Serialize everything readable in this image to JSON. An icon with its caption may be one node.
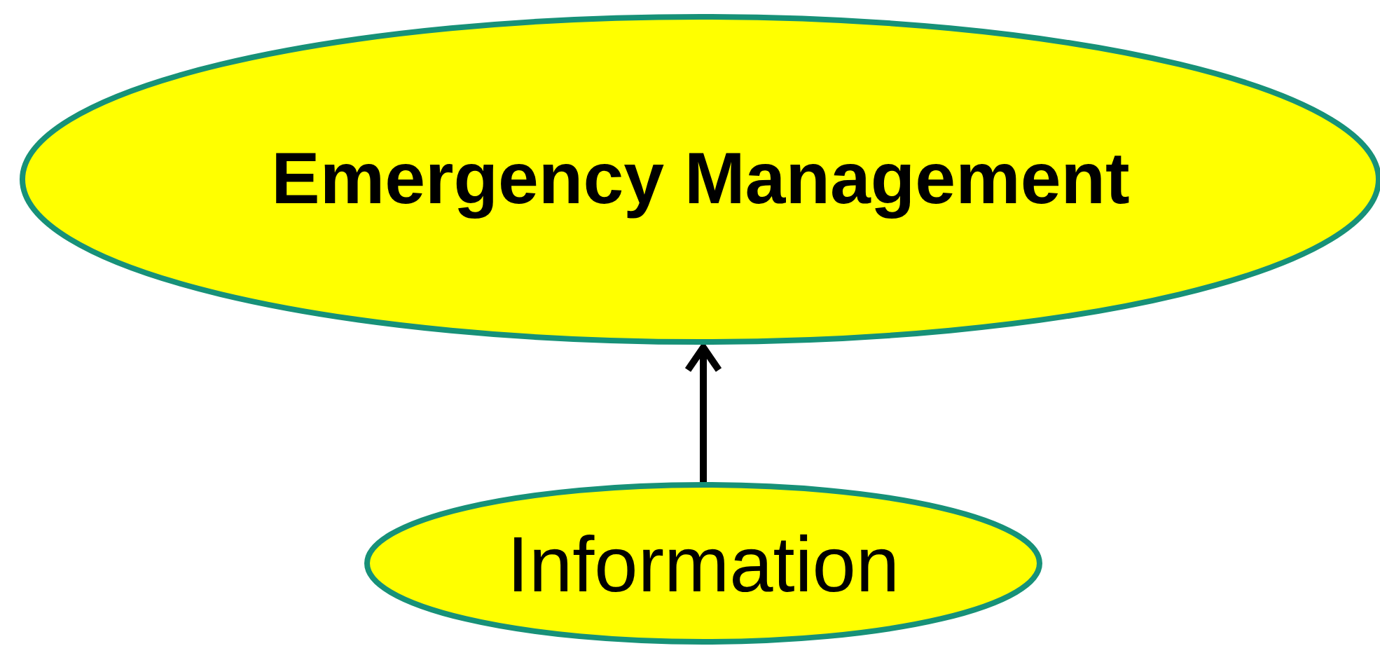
{
  "diagram": {
    "nodes": [
      {
        "text": [
          "Emergency Management"
        ]
      },
      {
        "text": [
          "Information"
        ]
      }
    ],
    "edges": [
      {
        "from": 1,
        "to": 0,
        "arrow": "to"
      }
    ]
  }
}
